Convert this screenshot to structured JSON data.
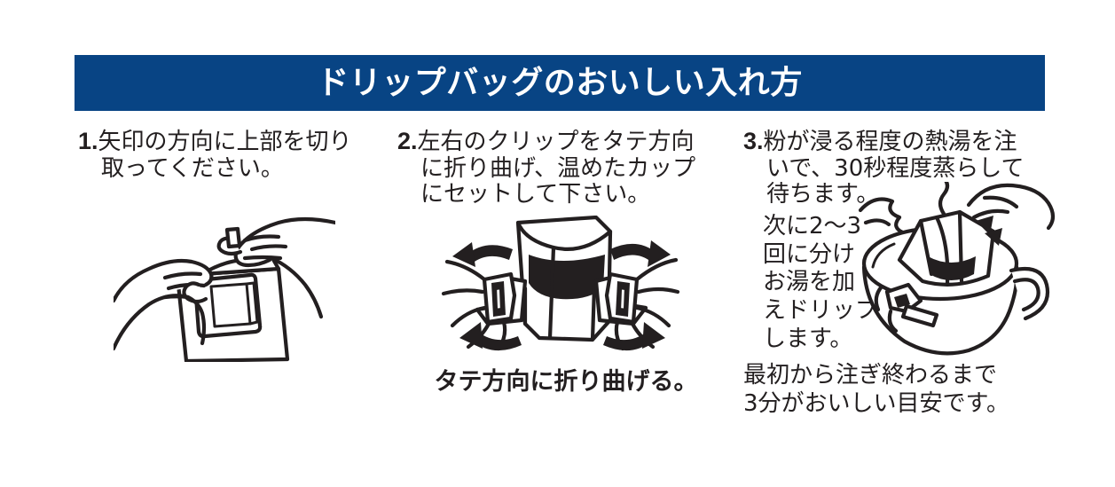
{
  "banner": {
    "title": "ドリップバッグのおいしい入れ方",
    "background_color": "#084484",
    "text_color": "#ffffff"
  },
  "ink_color": "#231f20",
  "steps": [
    {
      "number": "1.",
      "line1": "矢印の方向に上部を切り",
      "line2": "取ってください。",
      "illustration_name": "hands-tearing-drip-bag-illustration"
    },
    {
      "number": "2.",
      "line1": "左右のクリップをタテ方向",
      "line2": "に折り曲げ、温めたカップ",
      "line3": "にセットして下さい。",
      "caption": "タテ方向に折り曲げる。",
      "illustration_name": "drip-bag-clips-folding-illustration"
    },
    {
      "number": "3.",
      "line1": "粉が浸る程度の熱湯を注",
      "line2": "いで、30秒程度蒸らして",
      "line3": "待ちます。",
      "narrow_line1": "次に2〜3",
      "narrow_line2": "回に分け",
      "narrow_line3": "お湯を加",
      "narrow_line4": "えドリップ",
      "narrow_line5": "します。",
      "tail_line1": "最初から注ぎ終わるまで",
      "tail_line2": "3分がおいしい目安です。",
      "illustration_name": "cup-with-drip-bag-steaming-illustration"
    }
  ]
}
